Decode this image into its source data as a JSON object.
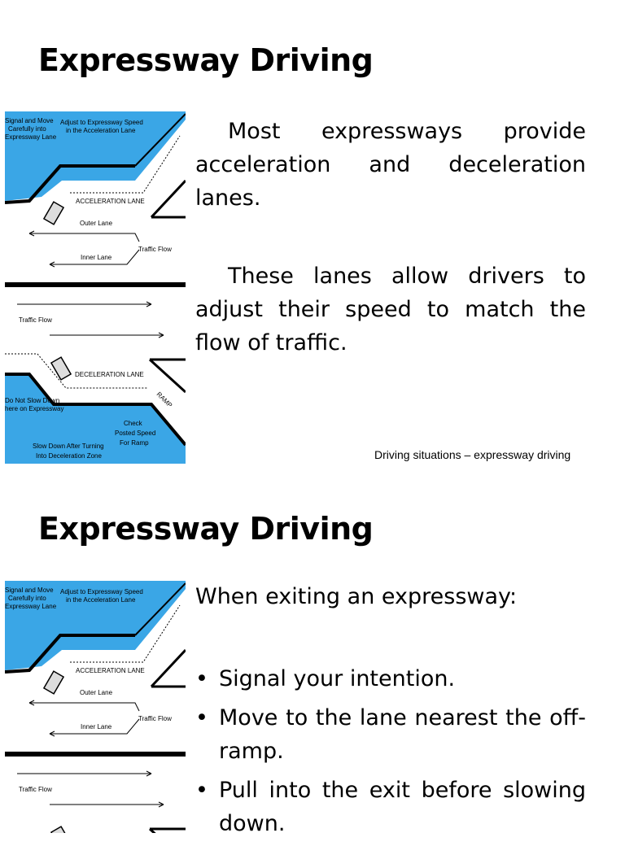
{
  "slides": [
    {
      "title": "Expressway Driving",
      "paragraphs": [
        "Most expressways provide acceleration and deceleration lanes.",
        "These lanes allow drivers to adjust their speed to match the flow of traffic."
      ],
      "caption": "Driving situations – expressway driving"
    },
    {
      "title": "Expressway Driving",
      "intro": "When exiting an expressway:",
      "bullets": [
        "Signal your intention.",
        "Move to the lane nearest the off-ramp.",
        "Pull into the exit before slowing down."
      ]
    }
  ],
  "diagram_labels": {
    "adjust_speed_1": "Adjust to Expressway Speed",
    "adjust_speed_2": "in the Acceleration Lane",
    "signal_1": "Signal and Move",
    "signal_2": "Carefully into",
    "signal_3": "Expressway Lane",
    "acceleration_lane": "ACCELERATION LANE",
    "outer_lane": "Outer Lane",
    "inner_lane": "Inner Lane",
    "traffic_flow": "Traffic Flow",
    "deceleration_lane": "DECELERATION LANE",
    "ramp": "RAMP",
    "do_not_slow_1": "Do Not Slow Down",
    "do_not_slow_2": "here on Expressway",
    "slow_down_1": "Slow Down After Turning",
    "slow_down_2": "Into Deceleration Zone",
    "check_1": "Check",
    "check_2": "Posted Speed",
    "check_3": "For Ramp"
  },
  "colors": {
    "water_blue": "#3aa6e6",
    "road_black": "#000000"
  }
}
